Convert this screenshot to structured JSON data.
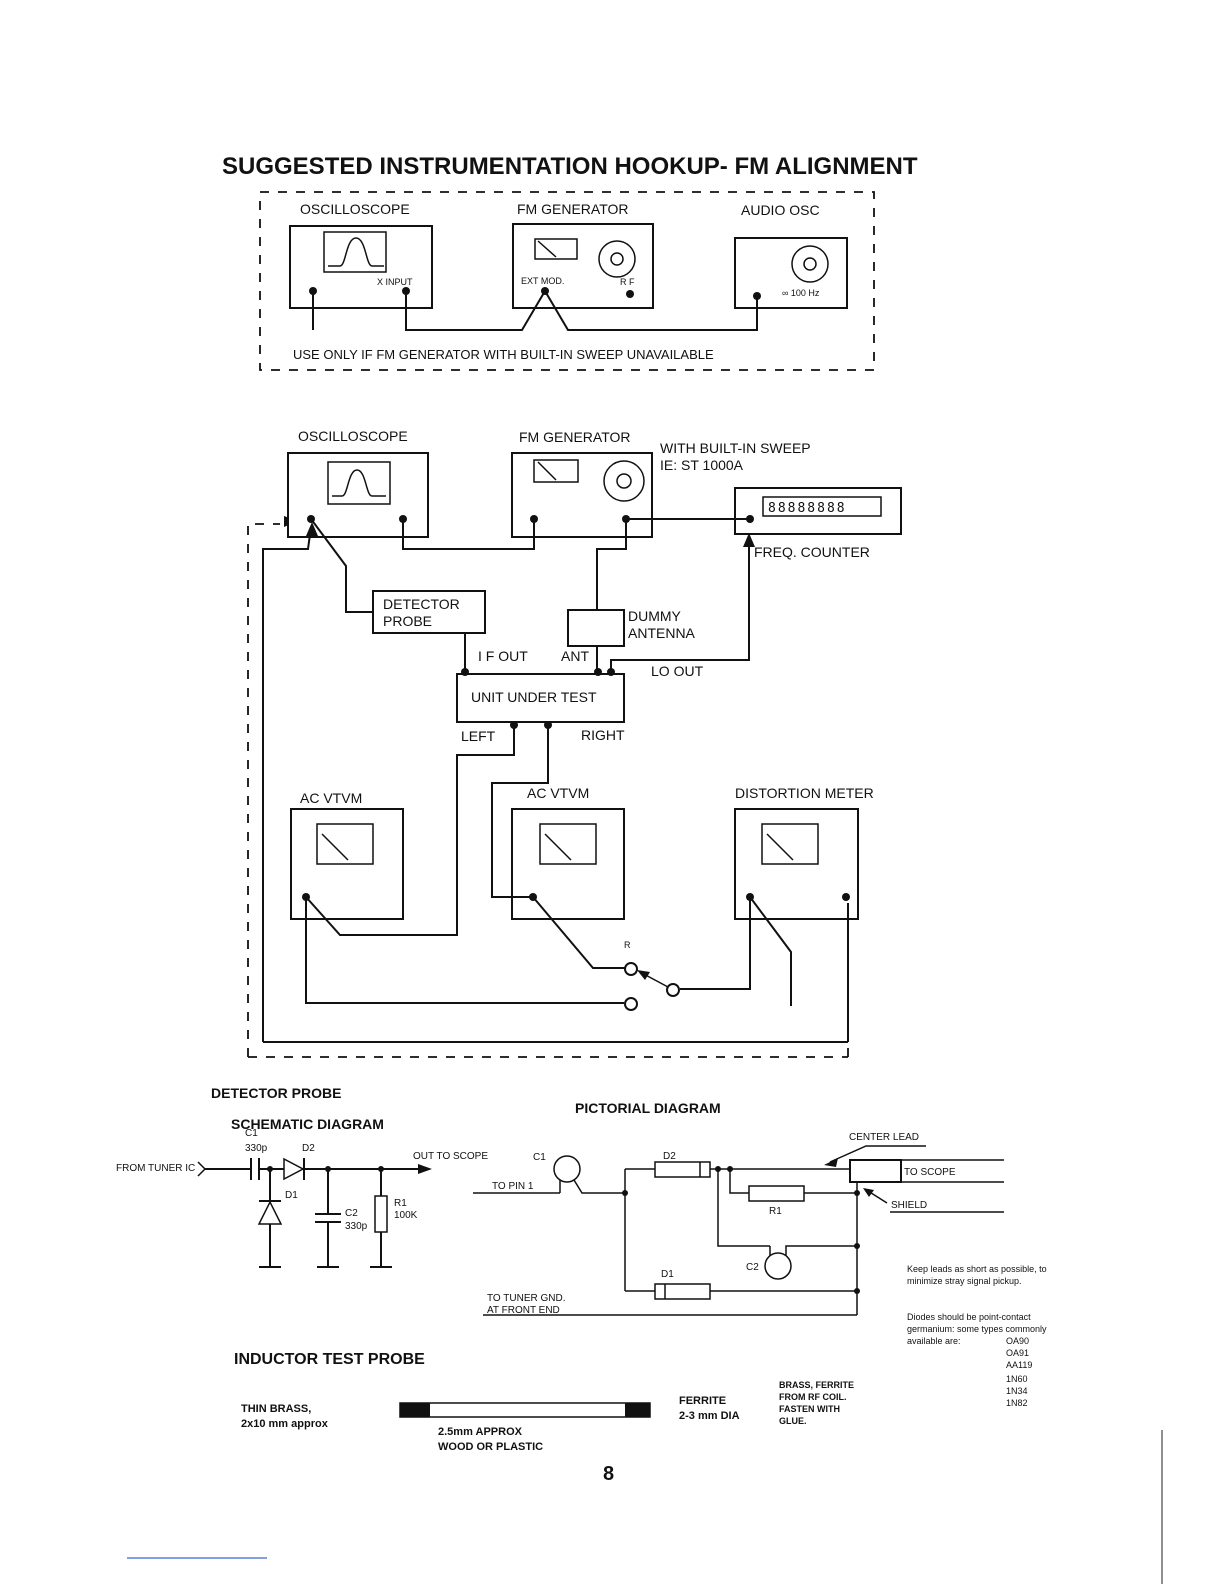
{
  "title": "SUGGESTED INSTRUMENTATION HOOKUP- FM ALIGNMENT",
  "top_panel": {
    "oscilloscope": "OSCILLOSCOPE",
    "fm_generator": "FM GENERATOR",
    "audio_osc": "AUDIO OSC",
    "x_input": "X INPUT",
    "ext_mod": "EXT MOD.",
    "rf": "R F",
    "freq": "∞ 100 Hz",
    "note": "USE ONLY IF FM GENERATOR WITH BUILT-IN SWEEP UNAVAILABLE"
  },
  "main_panel": {
    "oscilloscope": "OSCILLOSCOPE",
    "fm_generator": "FM GENERATOR",
    "sweep_line1": "WITH BUILT-IN SWEEP",
    "sweep_line2": "IE: ST 1000A",
    "counter_display": "88888888",
    "freq_counter": "FREQ. COUNTER",
    "detector_line1": "DETECTOR",
    "detector_line2": "PROBE",
    "dummy_line1": "DUMMY",
    "dummy_line2": "ANTENNA",
    "if_out": "I F OUT",
    "ant": "ANT",
    "lo_out": "LO OUT",
    "unit_under_test": "UNIT UNDER TEST",
    "left": "LEFT",
    "right": "RIGHT",
    "ac_vtvm_left": "AC VTVM",
    "ac_vtvm_right": "AC VTVM",
    "distortion_meter": "DISTORTION METER",
    "switch_r": "R"
  },
  "detector_probe": {
    "heading": "DETECTOR PROBE",
    "schematic_heading": "SCHEMATIC DIAGRAM",
    "pictorial_heading": "PICTORIAL DIAGRAM",
    "from_tuner": "FROM TUNER IC",
    "c1": "C1",
    "c1_value": "330p",
    "d2": "D2",
    "d1": "D1",
    "c2": "C2",
    "c2_value": "330p",
    "r1": "R1",
    "r1_value": "100K",
    "out_to_scope": "OUT TO SCOPE",
    "pic_c1": "C1",
    "to_pin": "TO PIN 1",
    "pic_d2": "D2",
    "pic_r1": "R1",
    "pic_c2": "C2",
    "pic_d1": "D1",
    "center_lead": "CENTER LEAD",
    "to_scope": "TO SCOPE",
    "shield": "SHIELD",
    "tuner_gnd_line1": "TO TUNER GND.",
    "tuner_gnd_line2": "AT FRONT END",
    "note1_line1": "Keep leads as short as possible, to",
    "note1_line2": "minimize stray signal pickup.",
    "note2_line1": "Diodes should be point-contact",
    "note2_line2": "germanium: some types commonly",
    "note2_line3": "available are:",
    "diode_types": [
      "OA90",
      "OA91",
      "AA119",
      "1N60",
      "1N34",
      "1N82"
    ]
  },
  "inductor_probe": {
    "heading": "INDUCTOR TEST PROBE",
    "brass_line1": "THIN BRASS,",
    "brass_line2": "2x10 mm approx",
    "rod_line1": "2.5mm APPROX",
    "rod_line2": "WOOD OR PLASTIC",
    "ferrite_line1": "FERRITE",
    "ferrite_line2": "2-3 mm DIA",
    "brass_ferrite_line1": "BRASS, FERRITE",
    "brass_ferrite_line2": "FROM RF COIL.",
    "brass_ferrite_line3": "FASTEN WITH",
    "brass_ferrite_line4": "GLUE."
  },
  "page_number": "8"
}
